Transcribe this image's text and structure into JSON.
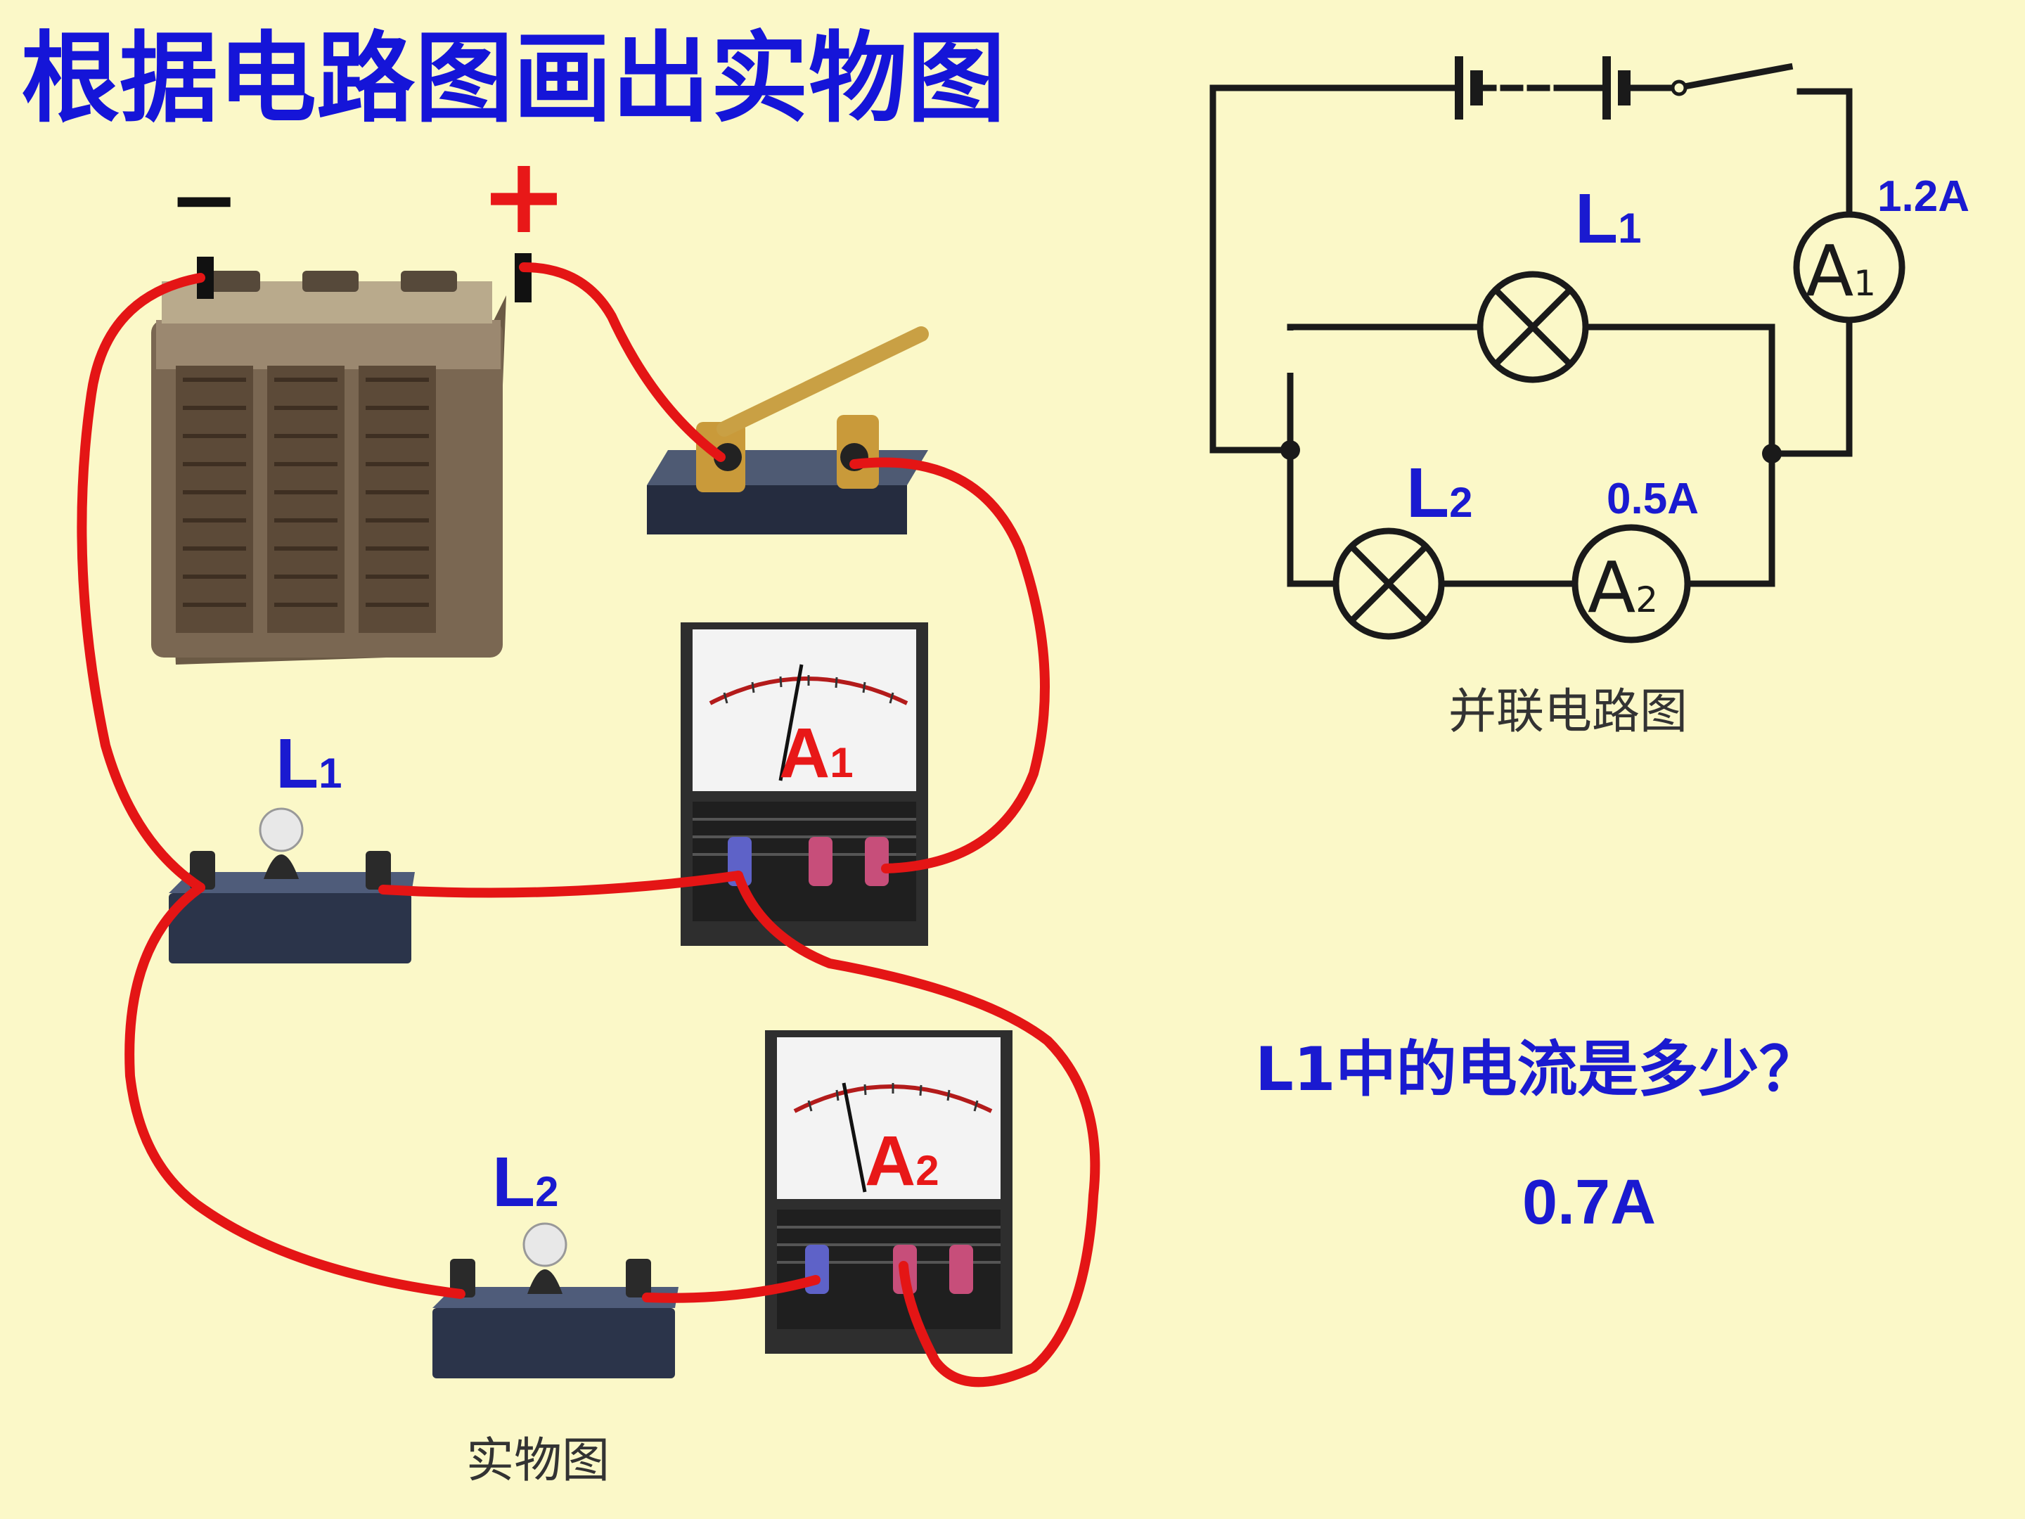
{
  "slide": {
    "title": "根据电路图画出实物图",
    "colors": {
      "background": "#fbf8c8",
      "title": "#1515d8",
      "label_blue": "#1a1ad0",
      "label_red": "#e81818",
      "wire": "#e41515",
      "schematic_line": "#1a1a1a"
    }
  },
  "photo": {
    "battery_minus": "−",
    "battery_plus": "+",
    "lamp1_label": {
      "main": "L",
      "sub": "1"
    },
    "lamp2_label": {
      "main": "L",
      "sub": "2"
    },
    "ammeter1_label": {
      "main": "A",
      "sub": "1"
    },
    "ammeter2_label": {
      "main": "A",
      "sub": "2"
    },
    "caption": "实物图"
  },
  "schematic": {
    "lamp1_label": {
      "main": "L",
      "sub": "1"
    },
    "lamp2_label": {
      "main": "L",
      "sub": "2"
    },
    "ammeter1_reading": "1.2A",
    "ammeter2_reading": "0.5A",
    "ammeter1_symbol": {
      "main": "A",
      "sub": "1"
    },
    "ammeter2_symbol": {
      "main": "A",
      "sub": "2"
    },
    "caption": "并联电路图"
  },
  "question": {
    "text": "L1中的电流是多少？",
    "answer": "0.7A"
  }
}
